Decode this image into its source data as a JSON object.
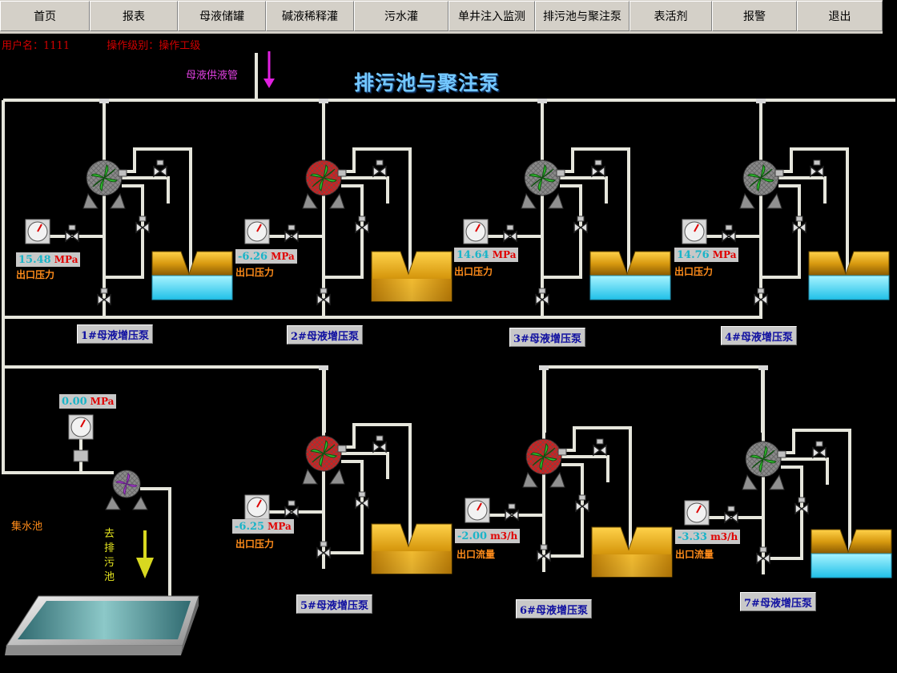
{
  "nav": {
    "tabs": [
      {
        "label": "首页"
      },
      {
        "label": "报表"
      },
      {
        "label": "母液储罐"
      },
      {
        "label": "碱液稀释灌"
      },
      {
        "label": "污水灌"
      },
      {
        "label": "单井注入监测"
      },
      {
        "label": "排污池与聚注泵"
      },
      {
        "label": "表活剂"
      },
      {
        "label": "报警"
      },
      {
        "label": "退出"
      }
    ]
  },
  "user": {
    "name_text": "用户名：1111",
    "level_text": "操作级别：操作工级"
  },
  "page": {
    "title": "排污池与聚注泵",
    "supply_label": "母液供液管"
  },
  "sump": {
    "label": "集水池",
    "dest_label": "去排污池",
    "reading": {
      "value": "0.00",
      "unit": "MPa"
    }
  },
  "pumps": [
    {
      "name": "1#母液增压泵",
      "reading": "15.48",
      "unit": "MPa",
      "meas_label": "出口压力",
      "running": false
    },
    {
      "name": "2#母液增压泵",
      "reading": "-6.26",
      "unit": "MPa",
      "meas_label": "出口压力",
      "running": true
    },
    {
      "name": "3#母液增压泵",
      "reading": "14.64",
      "unit": "MPa",
      "meas_label": "出口压力",
      "running": false
    },
    {
      "name": "4#母液增压泵",
      "reading": "14.76",
      "unit": "MPa",
      "meas_label": "出口压力",
      "running": false
    },
    {
      "name": "5#母液增压泵",
      "reading": "-6.25",
      "unit": "MPa",
      "meas_label": "出口压力",
      "running": true
    },
    {
      "name": "6#母液增压泵",
      "reading": "-2.00",
      "unit": "m3/h",
      "meas_label": "出口流量",
      "running": true
    },
    {
      "name": "7#母液增压泵",
      "reading": "-3.33",
      "unit": "m3/h",
      "meas_label": "出口流量",
      "running": false
    }
  ],
  "colors": {
    "running": "#d02020",
    "stopped": "#8a8a8a",
    "blade": "#30c030",
    "sump_blade": "#a040c0",
    "pipe": "#e6e6dc"
  }
}
